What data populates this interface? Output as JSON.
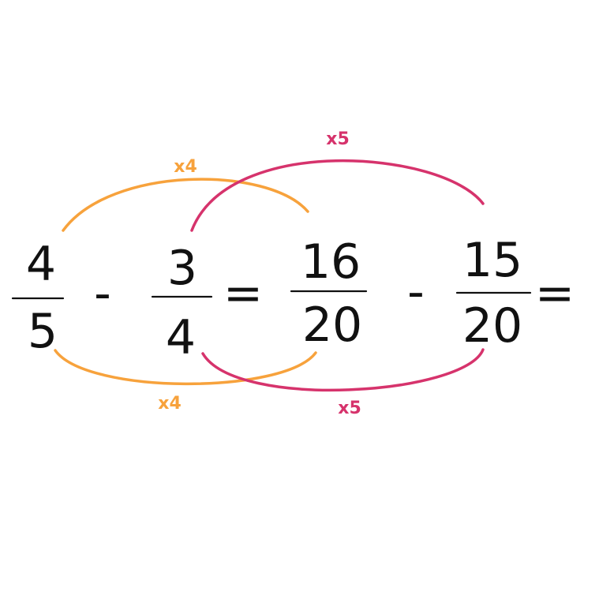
{
  "colors": {
    "ink": "#111111",
    "orange": "#f7a23c",
    "magenta": "#d6336c"
  },
  "fractions": [
    {
      "numerator": "4",
      "denominator": "5"
    },
    {
      "numerator": "3",
      "denominator": "4"
    },
    {
      "numerator": "16",
      "denominator": "20"
    },
    {
      "numerator": "15",
      "denominator": "20"
    }
  ],
  "operators": {
    "minus_1": "-",
    "equals_1": "=",
    "minus_2": "-",
    "equals_2": "="
  },
  "multipliers": {
    "orange_top": "x4",
    "orange_bottom": "x4",
    "magenta_top": "x5",
    "magenta_bottom": "x5"
  }
}
